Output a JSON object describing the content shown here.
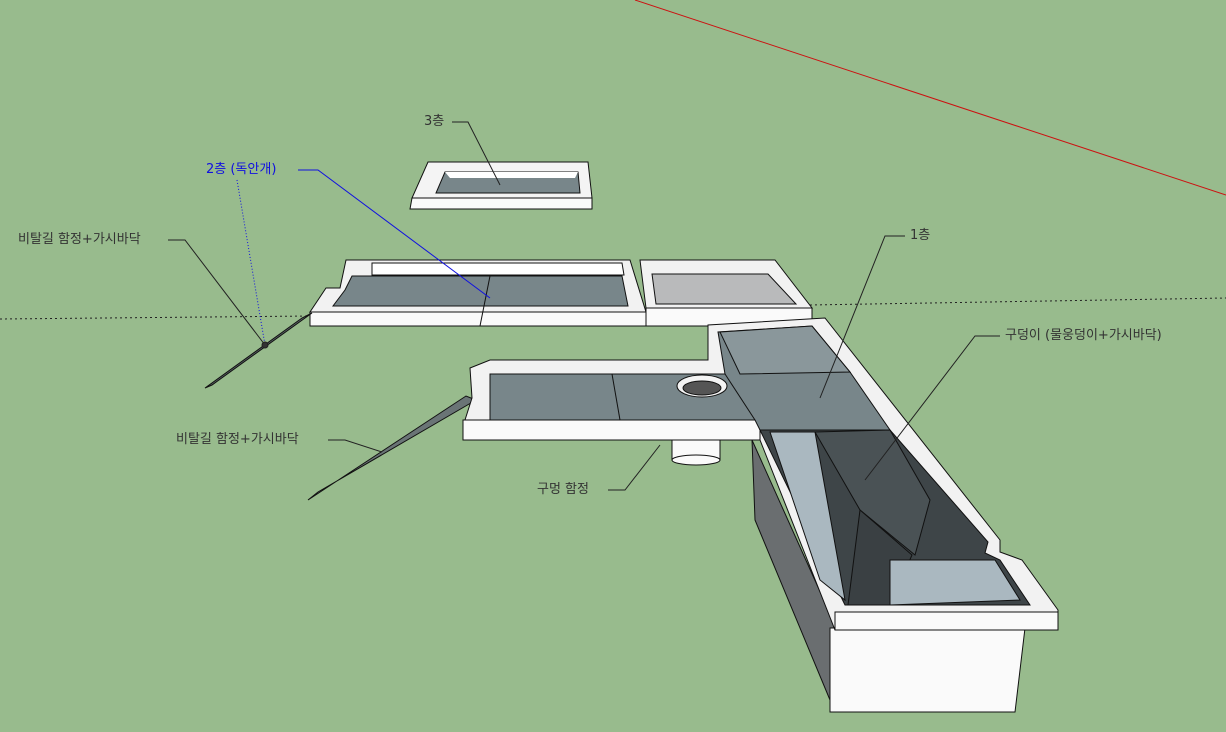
{
  "viewport": {
    "background": "#98bb8d",
    "axis_red": "#cc1111"
  },
  "labels": {
    "floor3": "3층",
    "floor2": "2층 (독안개)",
    "slope_trap_top": "비탈길 함정+가시바닥",
    "floor1": "1층",
    "pit": "구덩이 (물웅덩이+가시바닥)",
    "slope_trap_bottom": "비탈길 함정+가시바닥",
    "hole_trap": "구멍 함정"
  }
}
